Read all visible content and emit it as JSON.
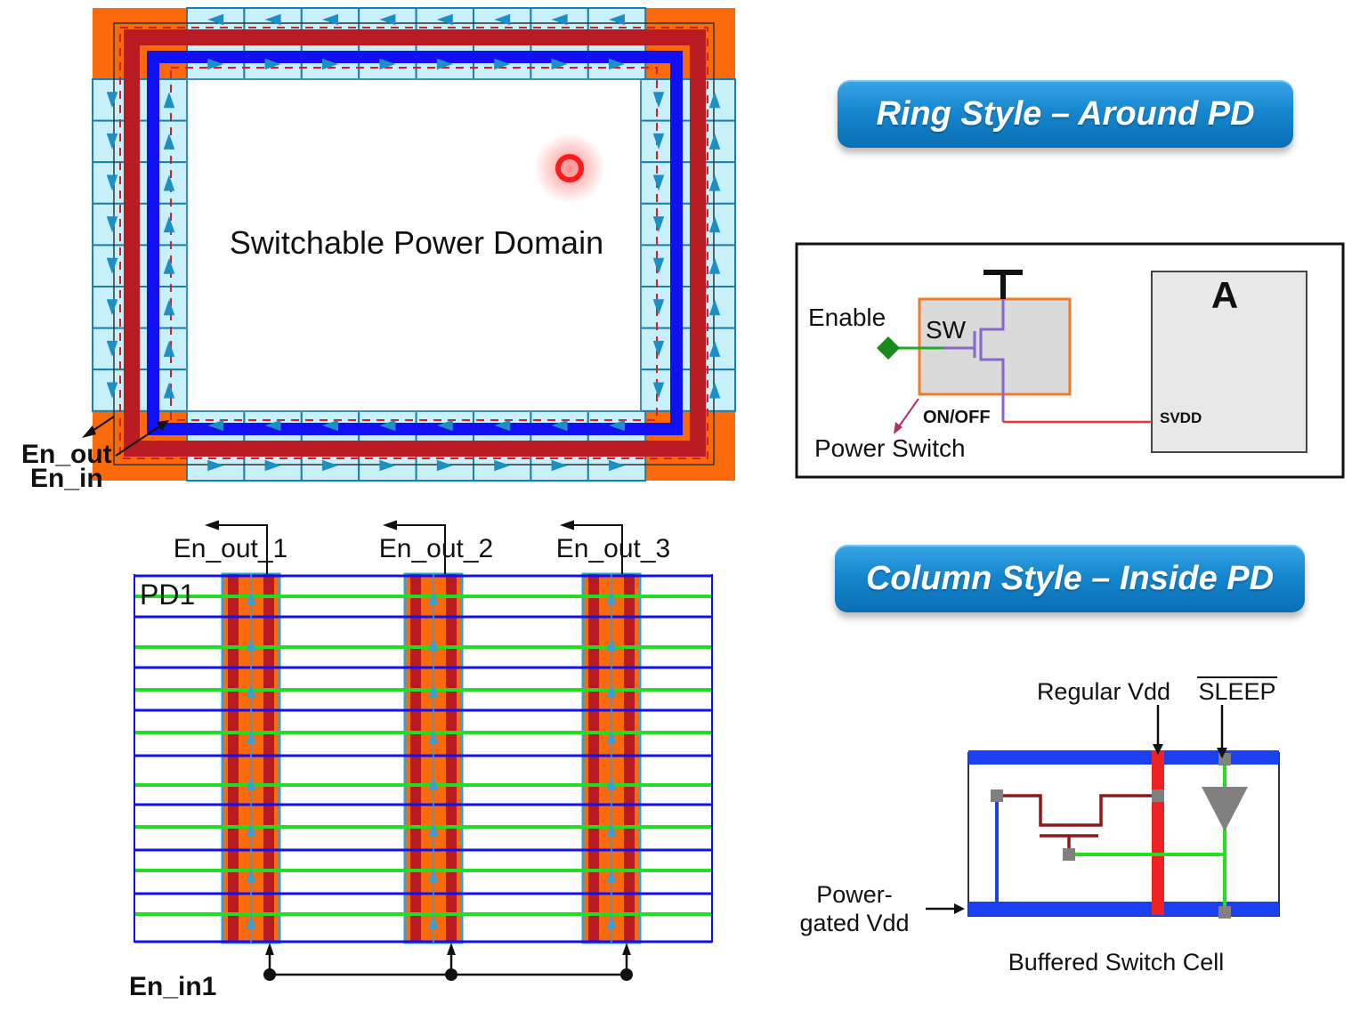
{
  "ring": {
    "domain_label": "Switchable Power Domain",
    "en_out_label": "En_out",
    "en_in_label": "En_in"
  },
  "ring_title": "Ring Style – Around PD",
  "column_title": "Column Style – Inside PD",
  "switch_detail": {
    "enable_label": "Enable",
    "sw_label": "SW",
    "onoff_label": "ON/OFF",
    "power_switch_label": "Power Switch",
    "block_label": "A",
    "svdd_label": "SVDD"
  },
  "column": {
    "pd_label": "PD1",
    "en_out_labels": [
      "En_out_1",
      "En_out_2",
      "En_out_3"
    ],
    "en_in_label": "En_in1"
  },
  "buffered_cell": {
    "regular_vdd_label": "Regular Vdd",
    "sleep_label": "SLEEP",
    "power_gated_line1": "Power-",
    "power_gated_line2": "gated Vdd",
    "cell_caption": "Buffered Switch Cell"
  },
  "colors": {
    "orange": "#fa6a0a",
    "dark_red": "#b81c22",
    "blue": "#1010f0",
    "light_cyan": "#c8f0fa",
    "cell_border": "#1a7fb0",
    "green": "#22dd22",
    "red": "#ee2222"
  }
}
